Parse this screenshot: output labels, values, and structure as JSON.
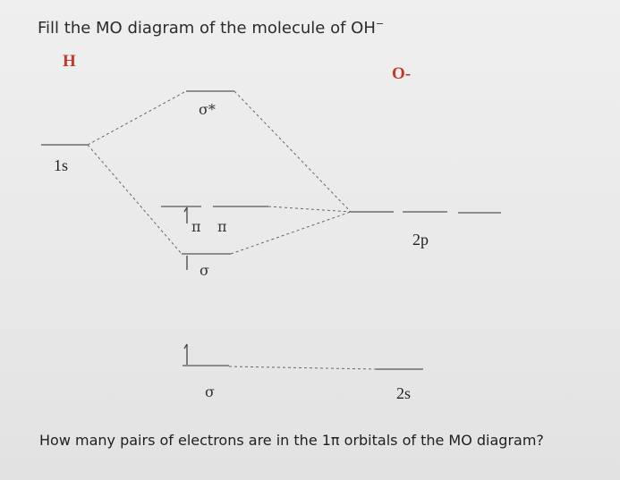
{
  "title": {
    "text": "Fill the MO diagram of the molecule of OH",
    "charge": "−"
  },
  "atoms": {
    "left": "H",
    "right": "O-"
  },
  "ao_labels": {
    "h_1s": "1s",
    "o_2p": "2p",
    "o_2s": "2s"
  },
  "mo_labels": {
    "sigma_star": "σ*",
    "pi_1": "π",
    "pi_2": "π",
    "sigma_bonding": "σ",
    "sigma_2s": "σ"
  },
  "question": "How many pairs of electrons are in the 1π orbitals of the MO diagram?",
  "colors": {
    "atom_label": "#c0392b",
    "lines": "#555555"
  }
}
